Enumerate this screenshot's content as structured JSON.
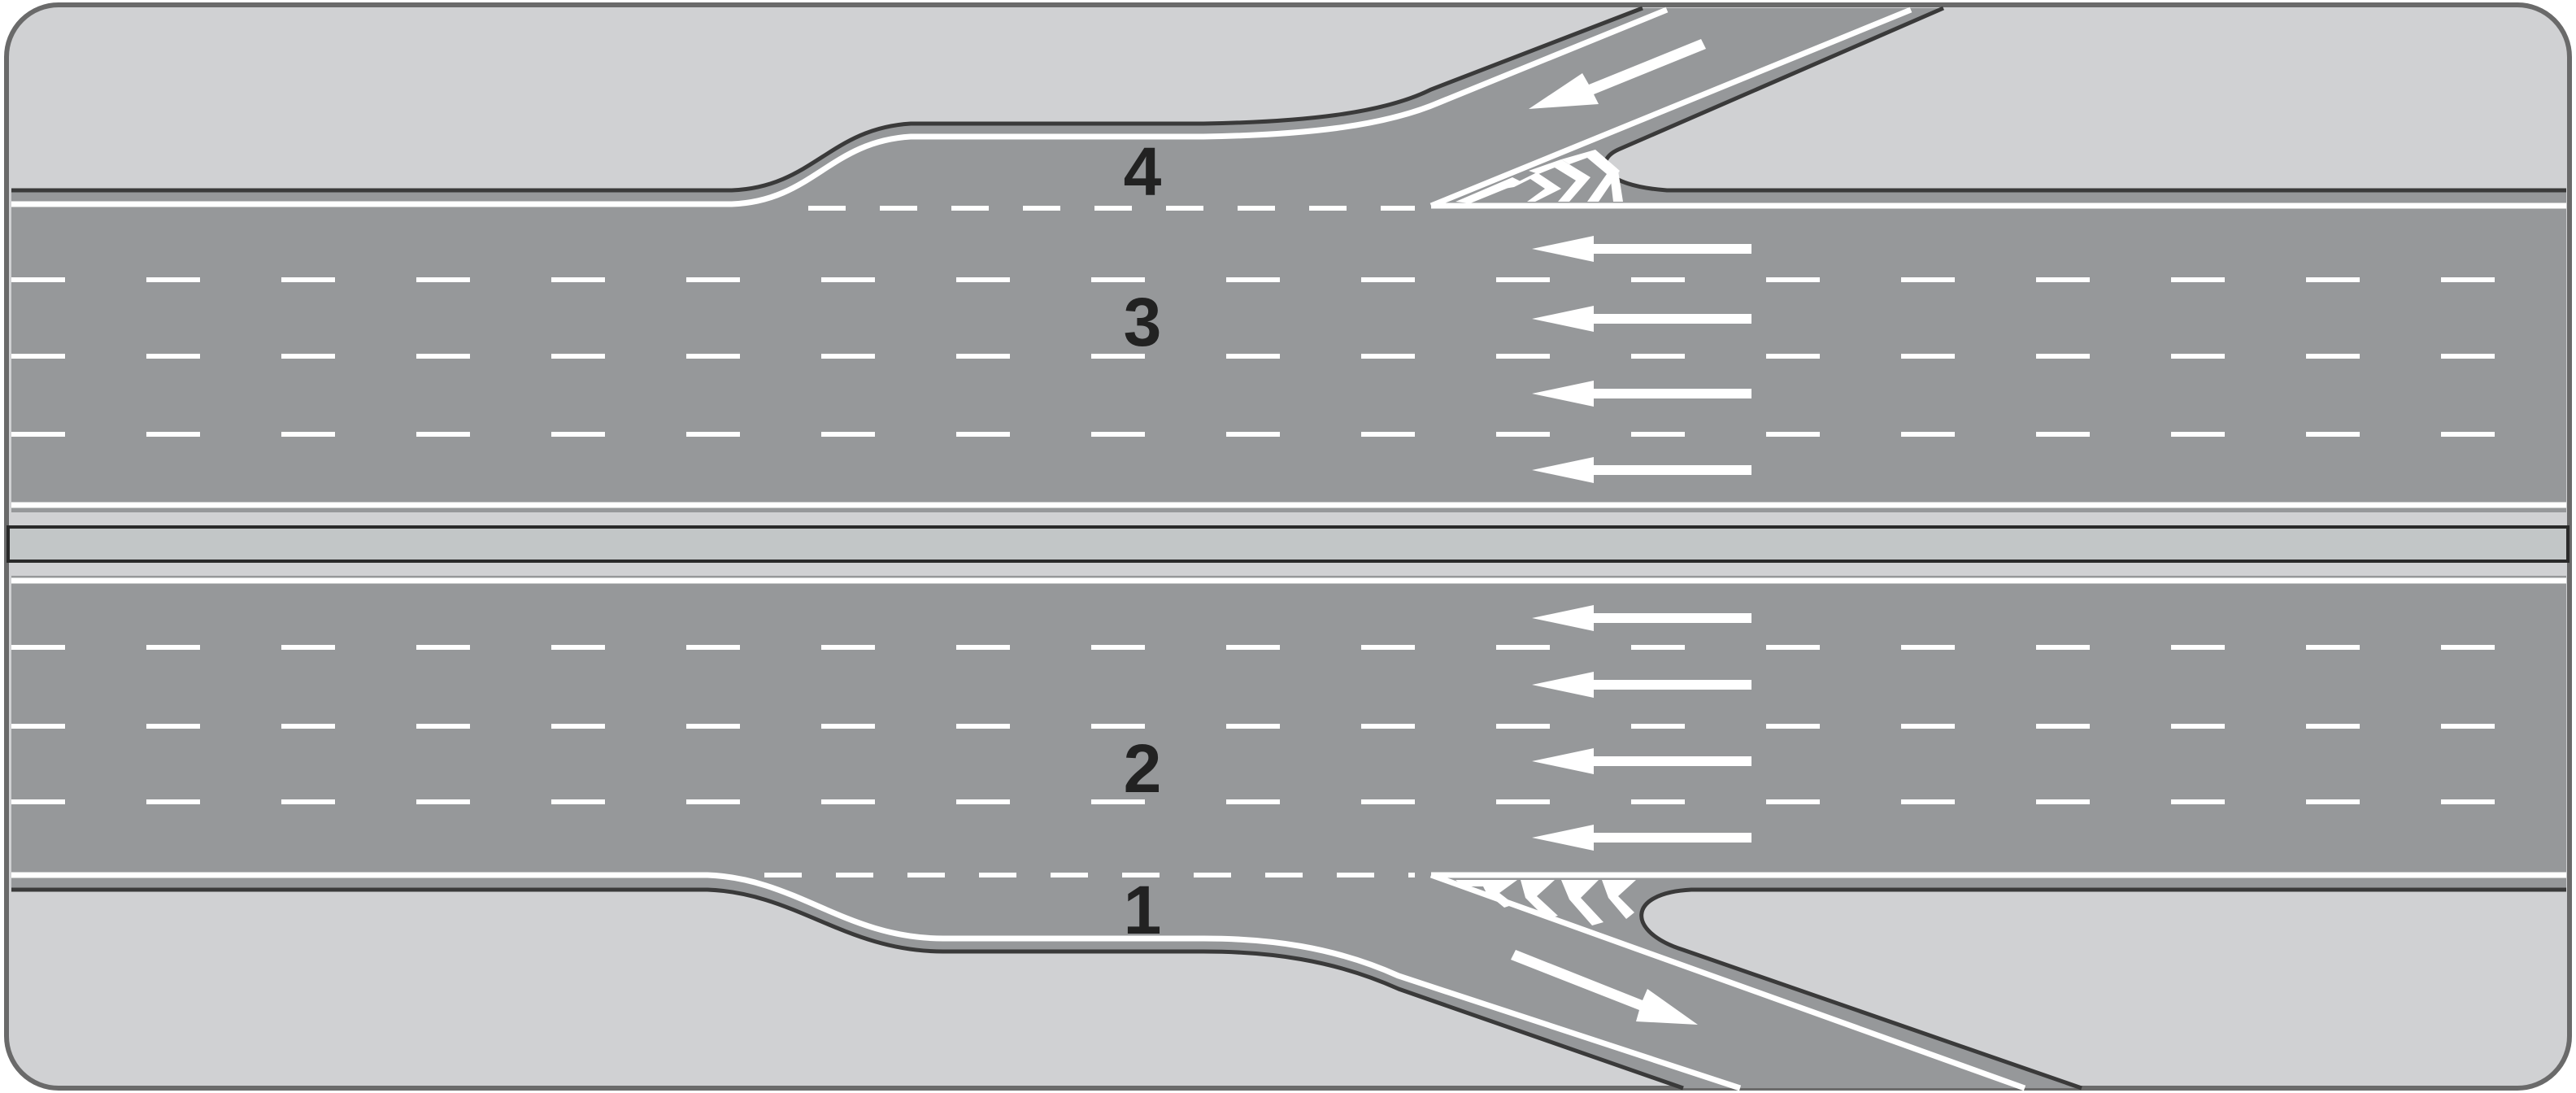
{
  "diagram": {
    "zones": [
      {
        "id": "zone-1",
        "label": "1"
      },
      {
        "id": "zone-2",
        "label": "2"
      },
      {
        "id": "zone-3",
        "label": "3"
      },
      {
        "id": "zone-4",
        "label": "4"
      }
    ],
    "upper_carriageway": {
      "lanes": 4,
      "arrow_count": 4,
      "direction": "left"
    },
    "lower_carriageway": {
      "lanes": 4,
      "arrow_count": 4,
      "direction": "left"
    },
    "ramps": [
      {
        "id": "entrance-ramp",
        "side": "upper",
        "role": "on-ramp"
      },
      {
        "id": "exit-ramp",
        "side": "lower",
        "role": "off-ramp"
      }
    ],
    "colors": {
      "asphalt": "#96989a",
      "shoulder": "#d0d1d3",
      "median": "#c2c6c7",
      "marking": "#ffffff",
      "outline": "#3a3a3a",
      "label": "#222222"
    }
  }
}
